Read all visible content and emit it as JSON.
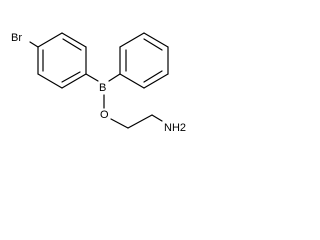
{
  "diagram": {
    "type": "structural-formula",
    "atoms": {
      "bromine": "Br",
      "boron": "B",
      "oxygen": "O",
      "amine": "NH2"
    }
  }
}
